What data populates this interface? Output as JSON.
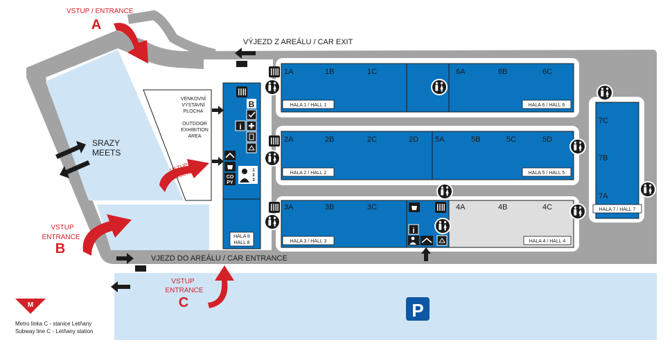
{
  "colors": {
    "road": "#a3a3a3",
    "hall": "#0a74bf",
    "hall_gray": "#dedede",
    "light_blue": "#cfe5f6",
    "arrow_red": "#d42027",
    "dark": "#1b1b1b",
    "white": "#ffffff",
    "parking_blue": "#0d57a3"
  },
  "entrances": {
    "a": {
      "label": "VSTUP / ENTRANCE",
      "letter": "A"
    },
    "b": {
      "label_top": "VSTUP",
      "label_bottom": "ENTRANCE",
      "letter": "B"
    },
    "c": {
      "label_top": "VSTUP",
      "label_bottom": "ENTRANCE",
      "letter": "C"
    },
    "inner": {
      "label_top": "VSTUP",
      "label_bottom": "ENTRANCE"
    }
  },
  "roads": {
    "car_exit": "VÝJEZD Z AREÁLU / CAR EXIT",
    "car_entrance": "VJEZD DO AREÁLU / CAR ENTRANCE"
  },
  "areas": {
    "meets_top": "SRAZY",
    "meets_bottom": "MEETS",
    "outdoor_cz": [
      "VENKOVNÍ",
      "VÝSTAVNÍ",
      "PLOCHA"
    ],
    "outdoor_en": [
      "OUTDOOR",
      "EXHIBITION",
      "AREA"
    ]
  },
  "halls": {
    "hall1": {
      "label": "HALA 1 / HALL 1",
      "sections": [
        "1A",
        "1B",
        "1C"
      ]
    },
    "hall6": {
      "label": "HALA 6 / HALL 6",
      "sections": [
        "6A",
        "6B",
        "6C"
      ]
    },
    "hall2": {
      "label": "HALA 2 / HALL 2",
      "sections": [
        "2A",
        "2B",
        "2C",
        "2D"
      ]
    },
    "hall5": {
      "label": "HALA 5 / HALL 5",
      "sections": [
        "5A",
        "5B",
        "5C",
        "5D"
      ]
    },
    "hall3": {
      "label": "HALA 3 / HALL 3",
      "sections": [
        "3A",
        "3B",
        "3C"
      ]
    },
    "hall4": {
      "label": "HALA 4 / HALL 4",
      "sections": [
        "4A",
        "4B",
        "4C"
      ]
    },
    "hall7": {
      "label": "HALA 7 / HALL 7",
      "sections": [
        "7C",
        "7B",
        "7A"
      ]
    },
    "hall8": {
      "line1": "HALA 8",
      "line2": "HALL 8"
    }
  },
  "service_icons": {
    "info_b": "B",
    "info_i": "i",
    "copy_top": "CO",
    "copy_bottom": "PY",
    "queue_numbers": [
      "1",
      "2",
      "3"
    ]
  },
  "legend": {
    "metro_line1": "Metro linka C - stanice Letňany",
    "metro_line2": "Subway line C - Letňany station",
    "metro_letter": "M",
    "parking": "P"
  }
}
